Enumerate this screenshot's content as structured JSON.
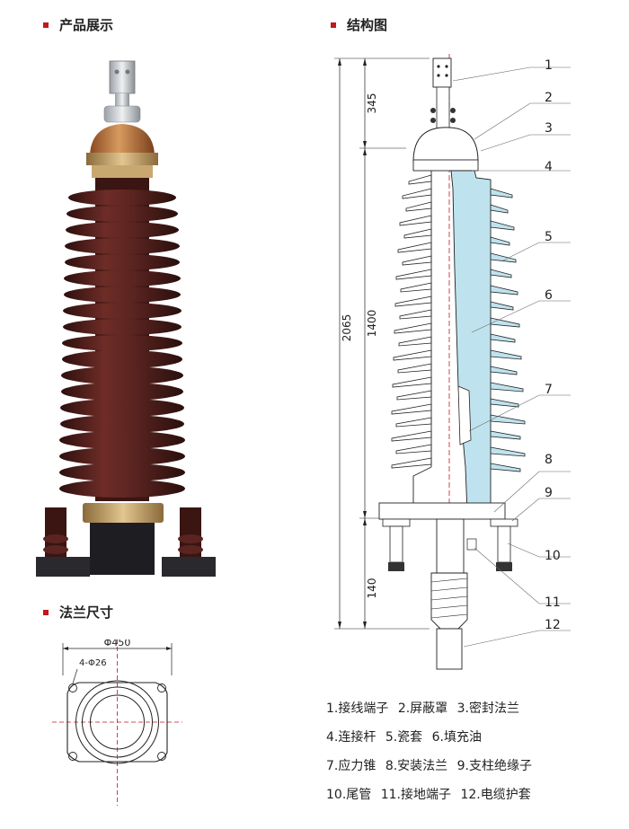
{
  "sections": {
    "product": "产品展示",
    "structure": "结构图",
    "flange": "法兰尺寸"
  },
  "flange_dims": {
    "diameter": "Φ450",
    "holes": "4-Φ26"
  },
  "structure_dims": {
    "top": "345",
    "total": "2065",
    "middle": "1400",
    "bottom": "140"
  },
  "callout_numbers": [
    "1",
    "2",
    "3",
    "4",
    "5",
    "6",
    "7",
    "8",
    "9",
    "10",
    "11",
    "12"
  ],
  "legend_rows": [
    [
      "1.接线端子",
      "2.屏蔽罩",
      "3.密封法兰"
    ],
    [
      "4.连接杆",
      "5.瓷套",
      "6.填充油"
    ],
    [
      "7.应力锥",
      "8.安装法兰",
      "9.支柱绝缘子"
    ],
    [
      "10.尾管",
      "11.接地端子",
      "12.电缆护套"
    ]
  ],
  "colors": {
    "accent": "#c4161c",
    "porcelain": "#5a2420",
    "oil": "#bfe3ee"
  }
}
